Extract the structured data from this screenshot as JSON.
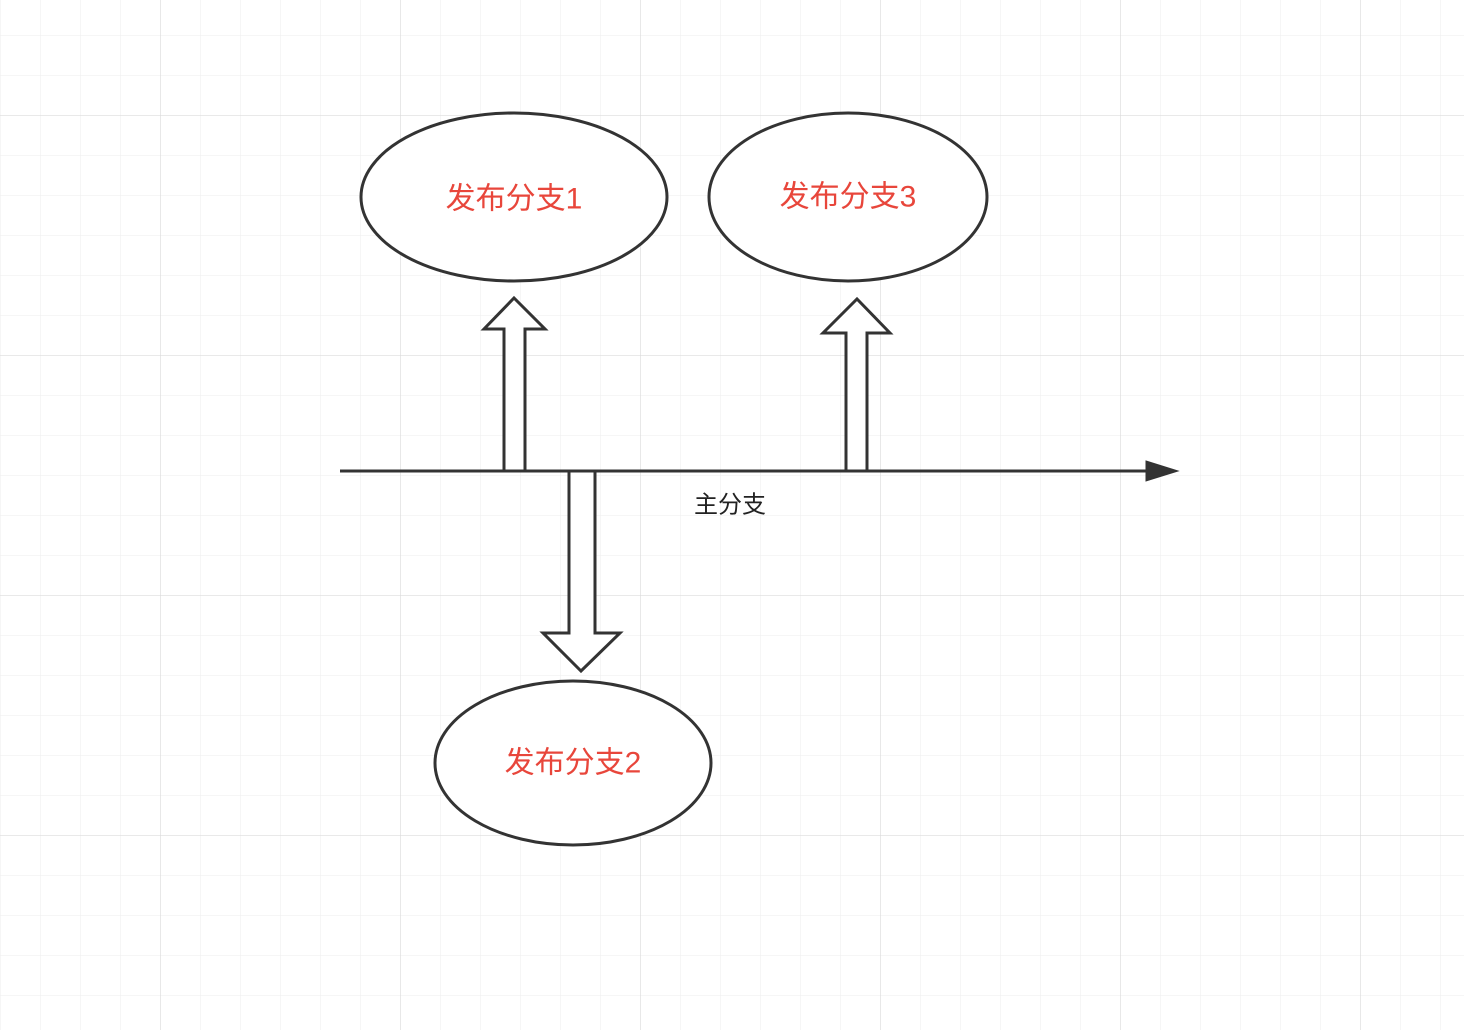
{
  "diagram": {
    "main_branch": {
      "label": "主分支"
    },
    "branches": [
      {
        "label": "发布分支1"
      },
      {
        "label": "发布分支3"
      },
      {
        "label": "发布分支2"
      }
    ]
  },
  "colors": {
    "background": "#ffffff",
    "grid_minor": "#ededed",
    "grid_major": "#dcdcdc",
    "stroke": "#333333",
    "branch_text": "#e8463b",
    "label_text": "#222222"
  }
}
